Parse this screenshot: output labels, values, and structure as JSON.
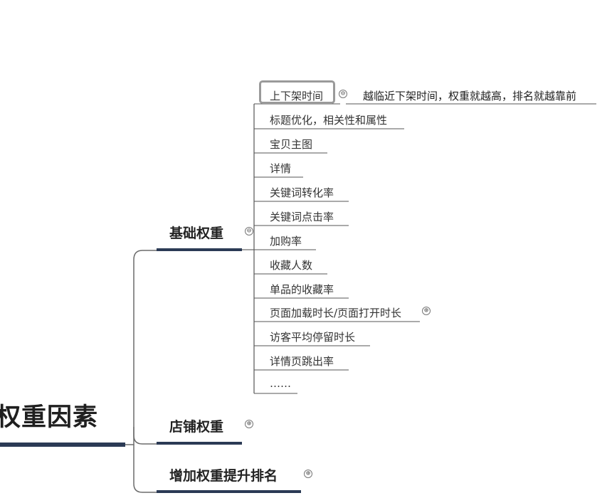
{
  "root": {
    "label": "权重因素"
  },
  "branches": [
    {
      "label": "基础权重",
      "toggle": "⊖"
    },
    {
      "label": "店铺权重",
      "toggle": "⊕"
    },
    {
      "label": "增加权重提升排名",
      "toggle": "⊕"
    }
  ],
  "leaves": [
    {
      "label": "上下架时间",
      "toggle": "⊖",
      "note": "越临近下架时间，权重就越高，排名就越靠前"
    },
    {
      "label": "标题优化，相关性和属性"
    },
    {
      "label": "宝贝主图"
    },
    {
      "label": "详情"
    },
    {
      "label": "关键词转化率"
    },
    {
      "label": "关键词点击率"
    },
    {
      "label": "加购率"
    },
    {
      "label": "收藏人数"
    },
    {
      "label": "单品的收藏率"
    },
    {
      "label": "页面加载时长/页面打开时长",
      "toggle": "⊕"
    },
    {
      "label": "访客平均停留时长"
    },
    {
      "label": "详情页跳出率"
    },
    {
      "label": "……"
    }
  ],
  "colors": {
    "root_underline": "#2b3a55",
    "branch_underline": "#2b3a55",
    "connector": "#6b6b6b",
    "leaf_underline": "#444444",
    "selection": "#9a9a9a"
  }
}
